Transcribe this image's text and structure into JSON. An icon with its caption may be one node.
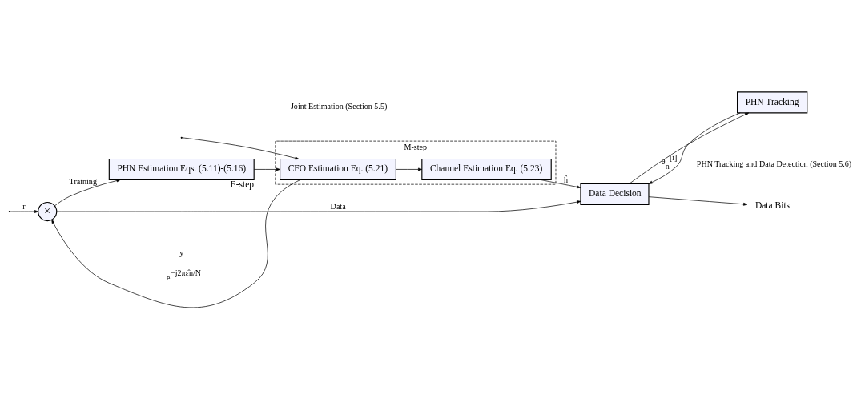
{
  "diagram": {
    "nodes": [
      {
        "text": [
          "×"
        ]
      },
      {
        "text": [
          "PHN Estimation Eqs. (5.11)-(5.16)"
        ],
        "beside": [
          "E-step"
        ]
      },
      {
        "text": [
          "M-step"
        ]
      },
      {
        "text": [
          "CFO Estimation Eq. (5.21)"
        ],
        "in": 2
      },
      {
        "text": [
          "Channel Estimation Eq. (5.23)"
        ],
        "in": 2
      },
      {
        "text": [
          "Data Decision"
        ]
      },
      {
        "text": [
          "PHN Tracking"
        ]
      },
      {
        "text": [
          "Data Bits"
        ]
      }
    ],
    "edges": [
      {
        "from": null,
        "to": 0,
        "arrow": "to",
        "label": "r"
      },
      {
        "from": 3,
        "to": 0,
        "arrow": "to",
        "label": "e$^{−j2πε̂n/N}$"
      },
      {
        "from": 0,
        "to": 1,
        "arrow": "to",
        "label": "Training"
      },
      {
        "from": null,
        "to": 3,
        "arrow": "to"
      },
      {
        "from": 1,
        "to": 3,
        "arrow": "to"
      },
      {
        "from": 3,
        "to": 4,
        "arrow": "to"
      },
      {
        "from": 0,
        "to": 5,
        "arrow": "to",
        "label": "Data"
      },
      {
        "from": 4,
        "to": 5,
        "arrow": "to",
        "label": "ĥ"
      },
      {
        "from": 6,
        "to": 5,
        "arrow": "to",
        "label": "θ$_{n}$$^{[i]}$"
      },
      {
        "from": 5,
        "to": 6,
        "arrow": "to"
      },
      {
        "from": 5,
        "to": 7,
        "arrow": "to"
      }
    ],
    "labels": [
      "Joint Estimation (Section 5.5)",
      "y",
      "PHN Tracking and Data Detection (Section 5.6)"
    ]
  }
}
